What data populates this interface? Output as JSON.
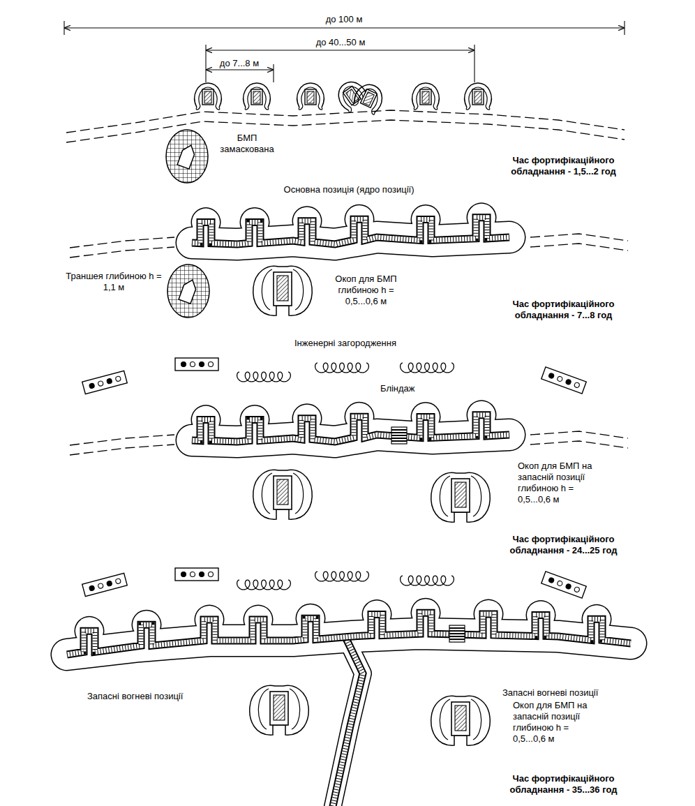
{
  "diagram": {
    "labels": [
      "до 100 м",
      "до 40...50 м",
      "до 7...8 м",
      "БМП замаскована",
      "Час фортифікаційного обладнання - 1,5...2 год",
      "Основна позиція (ядро позиції)",
      "Траншея глибиною h = 1,1 м",
      "Окоп для БМП глибиною h = 0,5...0,6 м",
      "Час фортифікаційного обладнання - 7...8 год",
      "Інженерні загородження",
      "Бліндаж",
      "Окоп для БМП на запасній позиції глибиною h = 0,5...0,6 м",
      "Час фортифікаційного обладнання - 24...25 год",
      "Запасні вогневі позиції",
      "Запасні вогневі позиції",
      "Окоп для БМП на запасній позиції глибиною h = 0,5...0,6 м",
      "Час фортифікаційного обладнання - 35...36 год"
    ]
  }
}
